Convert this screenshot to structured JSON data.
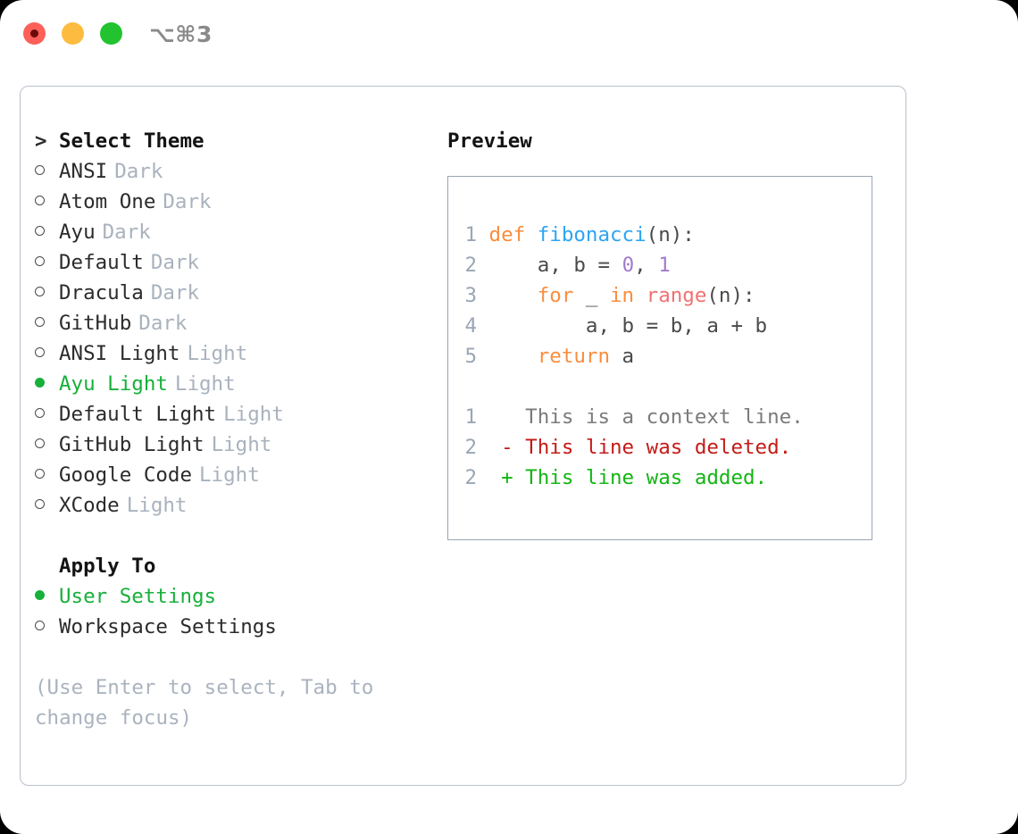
{
  "titlebar": {
    "shortcut": "⌥⌘3",
    "buttons": [
      {
        "name": "close",
        "color": "#fc6058"
      },
      {
        "name": "minimize",
        "color": "#fdbc40"
      },
      {
        "name": "maximize",
        "color": "#22c32f"
      }
    ]
  },
  "theme_picker": {
    "header_marker": ">",
    "header_label": "Select Theme",
    "unselected_marker": "○",
    "selected_marker": "●",
    "items": [
      {
        "label": "ANSI",
        "variant": "Dark",
        "selected": false
      },
      {
        "label": "Atom One",
        "variant": "Dark",
        "selected": false
      },
      {
        "label": "Ayu",
        "variant": "Dark",
        "selected": false
      },
      {
        "label": "Default",
        "variant": "Dark",
        "selected": false
      },
      {
        "label": "Dracula",
        "variant": "Dark",
        "selected": false
      },
      {
        "label": "GitHub",
        "variant": "Dark",
        "selected": false
      },
      {
        "label": "ANSI Light",
        "variant": "Light",
        "selected": false
      },
      {
        "label": "Ayu Light",
        "variant": "Light",
        "selected": true
      },
      {
        "label": "Default Light",
        "variant": "Light",
        "selected": false
      },
      {
        "label": "GitHub Light",
        "variant": "Light",
        "selected": false
      },
      {
        "label": "Google Code",
        "variant": "Light",
        "selected": false
      },
      {
        "label": "XCode",
        "variant": "Light",
        "selected": false
      }
    ]
  },
  "apply_to": {
    "title": "Apply To",
    "items": [
      {
        "label": "User Settings",
        "selected": true
      },
      {
        "label": "Workspace Settings",
        "selected": false
      }
    ]
  },
  "hint": "(Use Enter to select, Tab to change focus)",
  "preview": {
    "title": "Preview",
    "code_lines": [
      {
        "lineno": "1",
        "tokens": [
          {
            "text": "def ",
            "type": "kw"
          },
          {
            "text": "fibonacci",
            "type": "fn"
          },
          {
            "text": "(n):",
            "type": "txt"
          }
        ]
      },
      {
        "lineno": "2",
        "tokens": [
          {
            "text": "    a, b = ",
            "type": "txt"
          },
          {
            "text": "0",
            "type": "num"
          },
          {
            "text": ", ",
            "type": "txt"
          },
          {
            "text": "1",
            "type": "num"
          }
        ]
      },
      {
        "lineno": "3",
        "tokens": [
          {
            "text": "    ",
            "type": "txt"
          },
          {
            "text": "for",
            "type": "kw"
          },
          {
            "text": " _ ",
            "type": "txt"
          },
          {
            "text": "in",
            "type": "kw"
          },
          {
            "text": " ",
            "type": "txt"
          },
          {
            "text": "range",
            "type": "bfn"
          },
          {
            "text": "(n):",
            "type": "txt"
          }
        ]
      },
      {
        "lineno": "4",
        "tokens": [
          {
            "text": "        a, b = b, a + b",
            "type": "txt"
          }
        ]
      },
      {
        "lineno": "5",
        "tokens": [
          {
            "text": "    ",
            "type": "txt"
          },
          {
            "text": "return",
            "type": "kw"
          },
          {
            "text": " a",
            "type": "txt"
          }
        ]
      }
    ],
    "diff_lines": [
      {
        "lineno": "1",
        "marker": " ",
        "text": "This is a context line.",
        "type": "ctx"
      },
      {
        "lineno": "2",
        "marker": "-",
        "text": "This line was deleted.",
        "type": "del"
      },
      {
        "lineno": "2",
        "marker": "+",
        "text": "This line was added.",
        "type": "add"
      }
    ]
  },
  "colors": {
    "accent_green": "#17b03a",
    "muted": "#a9b2bd",
    "keyword": "#fa8d3e",
    "function": "#2da5f2",
    "number": "#a37acc",
    "builtin": "#f07171",
    "diff_delete": "#c41a16",
    "diff_add": "#13b513",
    "panel_border": "#b8c1cc",
    "preview_border": "#9aa6b4"
  }
}
